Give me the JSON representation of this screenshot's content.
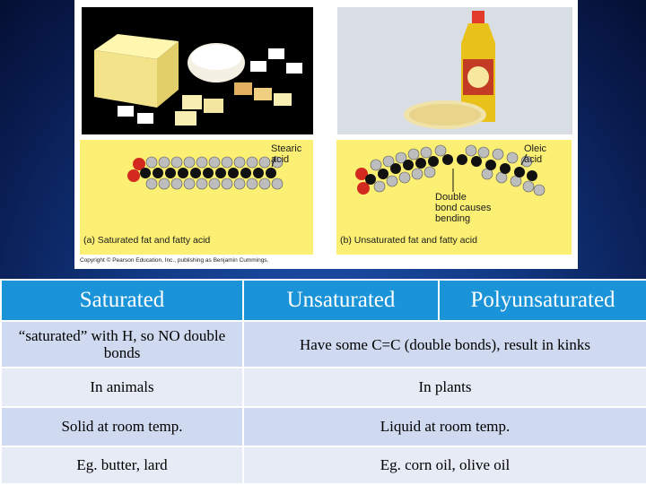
{
  "figure": {
    "left_panel": {
      "label": "Stearic\nacid",
      "caption": "(a) Saturated fat and fatty acid"
    },
    "right_panel": {
      "label": "Oleic\nacid",
      "note": "Double\nbond causes\nbending",
      "caption": "(b) Unsaturated fat and fatty acid"
    },
    "copyright": "Copyright © Pearson Education, Inc., publishing as Benjamin Cummings."
  },
  "table": {
    "headers": [
      "Saturated",
      "Unsaturated",
      "Polyunsaturated"
    ],
    "rows": [
      [
        "“saturated” with H, so NO double bonds",
        "Have some C=C (double bonds), result in kinks"
      ],
      [
        "In animals",
        "In plants"
      ],
      [
        "Solid at room temp.",
        "Liquid at room temp."
      ],
      [
        "Eg. butter, lard",
        "Eg. corn oil, olive oil"
      ]
    ]
  },
  "colors": {
    "header_bg": "#1a93d8",
    "row_light": "#e6ebf6",
    "row_mid": "#cfdaf0",
    "panel_yellow": "#fbef74"
  }
}
